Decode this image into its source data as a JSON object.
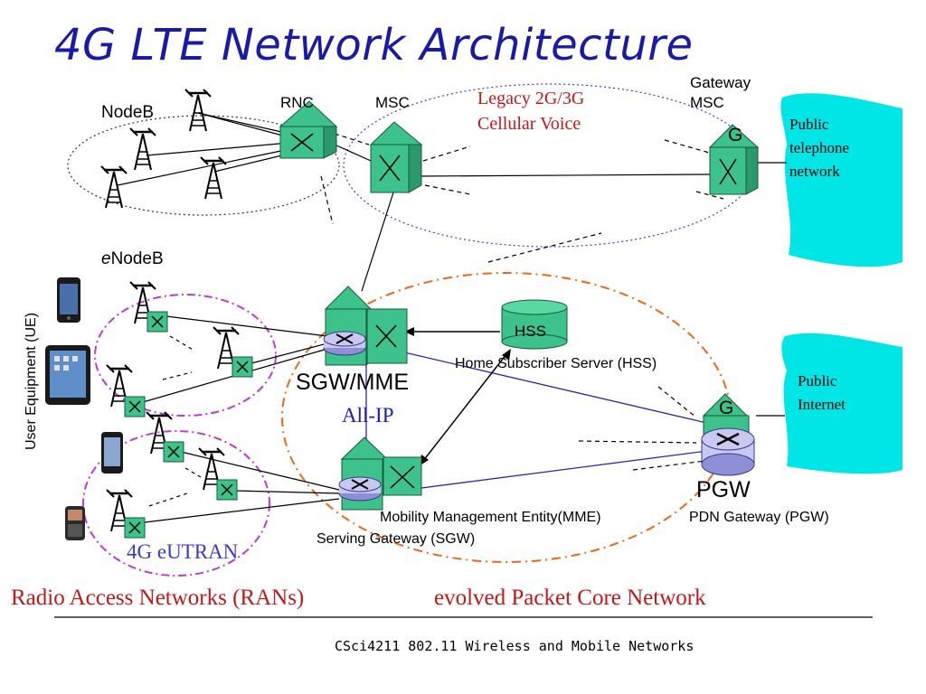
{
  "title": "4G LTE  Network Architecture",
  "labels": {
    "nodeb": "NodeB",
    "rnc": "RNC",
    "msc": "MSC",
    "legacy_line1": "Legacy 2G/3G",
    "legacy_line2": "Cellular Voice",
    "gateway_msc_line1": "Gateway",
    "gateway_msc_line2": "MSC",
    "g_top": "G",
    "public_telephone": [
      "Public",
      "telephone",
      "network"
    ],
    "enodeb_prefix": "e",
    "enodeb_rest": "NodeB",
    "hss": "HSS",
    "hss_full": "Home Subscriber Server (HSS)",
    "sgw_mme": "SGW/MME",
    "all_ip": "All-IP",
    "g_bottom": "G",
    "public_internet": [
      "Public",
      "Internet"
    ],
    "pgw": "PGW",
    "mme_full": "Mobility Management Entity(MME)",
    "pgw_full": "PDN Gateway (PGW)",
    "sgw_full": "Serving Gateway (SGW)",
    "eutran": "4G eUTRAN",
    "user_equipment": "User Equipment (UE)",
    "ran_caption": "Radio Access Networks (RANs)",
    "epc_caption": "evolved Packet  Core Network"
  },
  "footer": "CSci4211  802.11 Wireless and Mobile Networks",
  "colors": {
    "title": "#1a1aa8",
    "switch_green": "#3cc28a",
    "cloud_cyan": "#00e5e5",
    "legacy_ellipse": "#3b3bd6",
    "eutran_ellipse": "#b63fd0",
    "epc_ellipse": "#e86a1a",
    "link_blue": "#2a2aa8",
    "caption_red": "#c41818"
  }
}
